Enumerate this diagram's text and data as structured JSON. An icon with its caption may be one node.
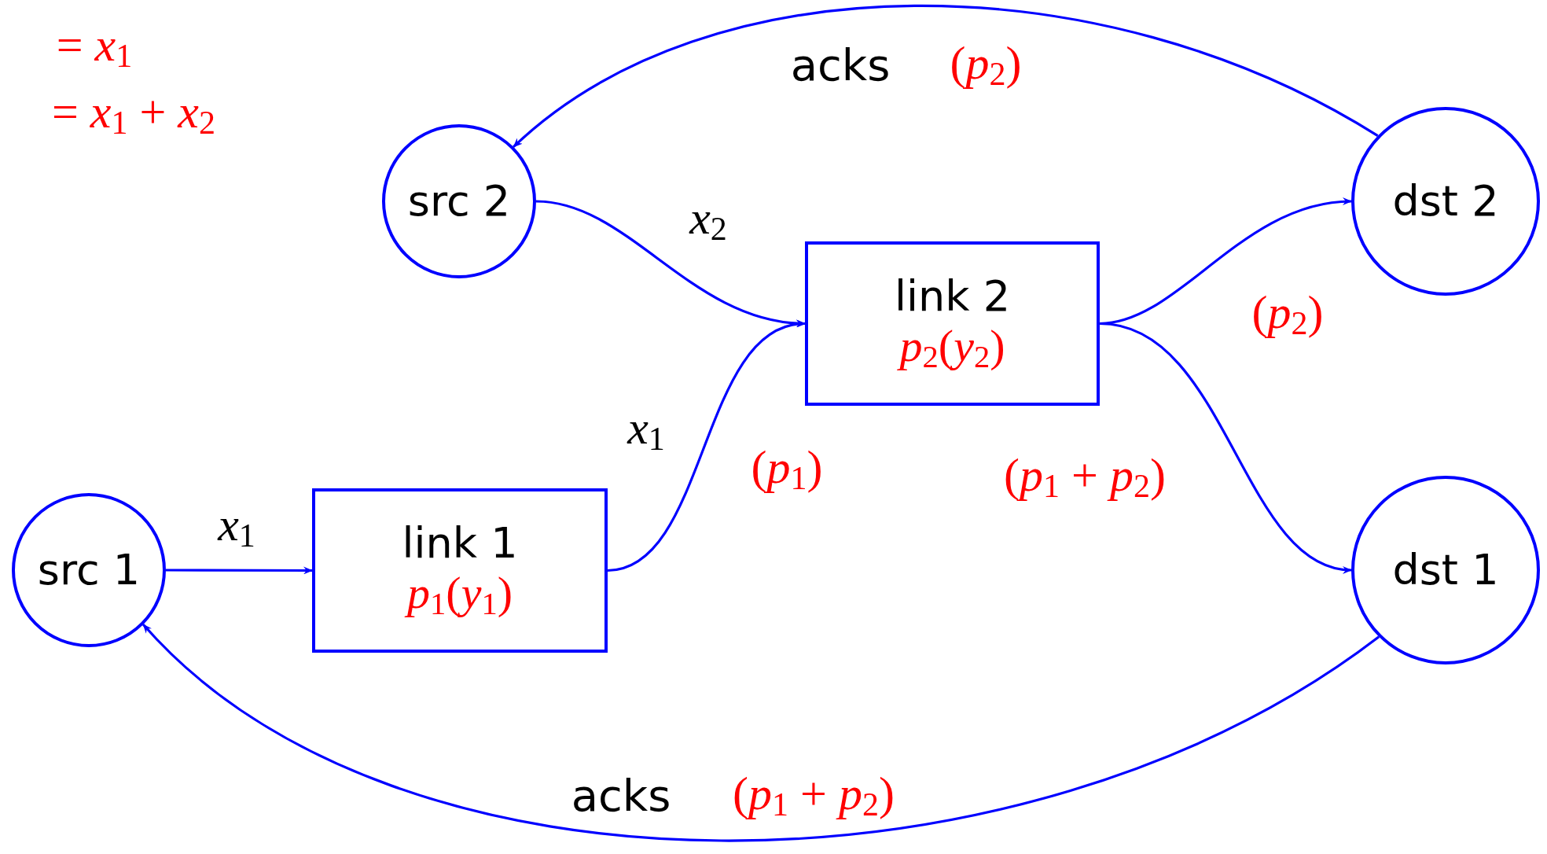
{
  "diagram": {
    "nodes": [
      {
        "text": [
          "src 1"
        ]
      },
      {
        "text": [
          "link 1",
          "*p*$_{1}$(*y*$_{1}$)"
        ]
      },
      {
        "text": [
          "src 2"
        ]
      },
      {
        "text": [
          "link 2",
          "*p*$_{2}$(*y*$_{2}$)"
        ]
      },
      {
        "text": [
          "dst 2"
        ]
      },
      {
        "text": [
          "dst 1"
        ]
      }
    ],
    "edges": [
      {
        "from": 0,
        "to": 1,
        "arrow": "to",
        "label": "*x*$_{1}$"
      },
      {
        "from": 1,
        "to": 3,
        "arrow": "to",
        "label": "*x*$_{1}$"
      },
      {
        "from": 2,
        "to": 3,
        "arrow": "to",
        "label": "*x*$_{2}$"
      },
      {
        "from": 3,
        "to": 4,
        "arrow": "to",
        "label": "(*p*$_{2}$)"
      },
      {
        "from": 3,
        "to": 5,
        "arrow": "to",
        "label": "(*p*$_{1}$ + *p*$_{2}$)"
      },
      {
        "from": 4,
        "to": 2,
        "arrow": "to",
        "label": "acks"
      },
      {
        "from": 5,
        "to": 0,
        "arrow": "to",
        "label": "acks"
      }
    ],
    "labels": [
      "= *x*$_{1}$",
      "= *x*$_{1}$ + *x*$_{2}$",
      "(*p*$_{2}$)",
      "(*p*$_{1}$)",
      "(*p*$_{1}$ + *p*$_{2}$)"
    ]
  }
}
